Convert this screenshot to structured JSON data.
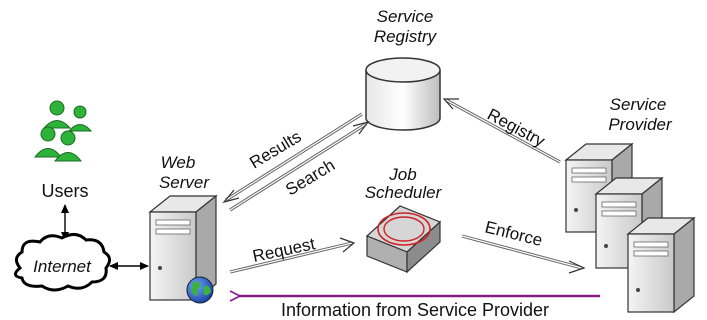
{
  "nodes": {
    "registry": {
      "line1": "Service",
      "line2": "Registry"
    },
    "provider": {
      "line1": "Service",
      "line2": "Provider"
    },
    "web_server": {
      "line1": "Web",
      "line2": "Server"
    },
    "scheduler": {
      "line1": "Job",
      "line2": "Scheduler"
    },
    "users": {
      "label": "Users"
    },
    "internet": {
      "label": "Internet"
    }
  },
  "edges": {
    "results": "Results",
    "search": "Search",
    "registry": "Registry",
    "request": "Request",
    "enforce": "Enforce",
    "info": "Information from Service Provider"
  },
  "colors": {
    "info_arrow": "#8a1a8a",
    "user_green": "#2db33a",
    "globe_blue": "#2255cc"
  }
}
